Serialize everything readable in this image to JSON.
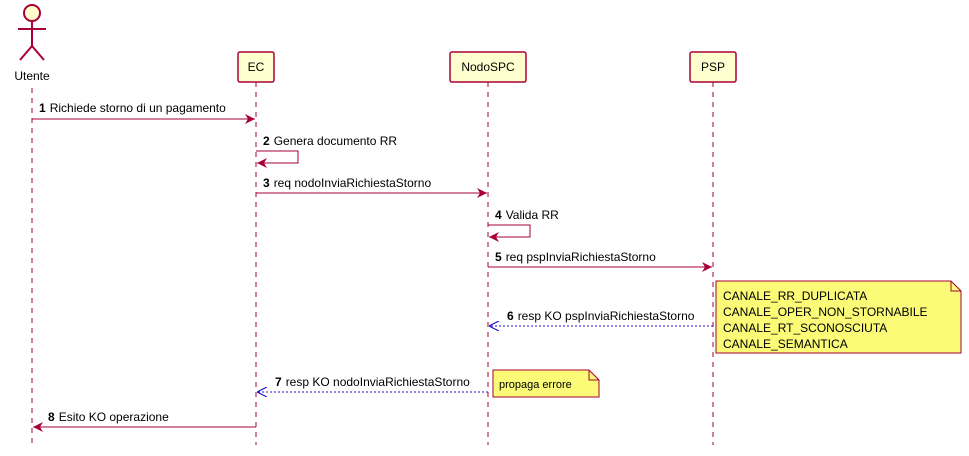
{
  "participants": {
    "actor": "Utente",
    "ec": "EC",
    "nodo": "NodoSPC",
    "psp": "PSP"
  },
  "messages": [
    {
      "num": "1",
      "text": "Richiede storno di un pagamento"
    },
    {
      "num": "2",
      "text": "Genera documento RR"
    },
    {
      "num": "3",
      "text": "req nodoInviaRichiestaStorno"
    },
    {
      "num": "4",
      "text": "Valida RR"
    },
    {
      "num": "5",
      "text": "req pspInviaRichiestaStorno"
    },
    {
      "num": "6",
      "text": "resp KO pspInviaRichiestaStorno"
    },
    {
      "num": "7",
      "text": "resp KO nodoInviaRichiestaStorno"
    },
    {
      "num": "8",
      "text": "Esito KO operazione"
    }
  ],
  "notes": {
    "psp_errors": [
      "CANALE_RR_DUPLICATA",
      "CANALE_OPER_NON_STORNABILE",
      "CANALE_RT_SCONOSCIUTA",
      "CANALE_SEMANTICA"
    ],
    "propaga": "propaga errore"
  },
  "colors": {
    "line": "#A80036",
    "return": "#1E13D6",
    "participant_fill": "#FEFECE",
    "note_fill": "#FBFB77"
  }
}
